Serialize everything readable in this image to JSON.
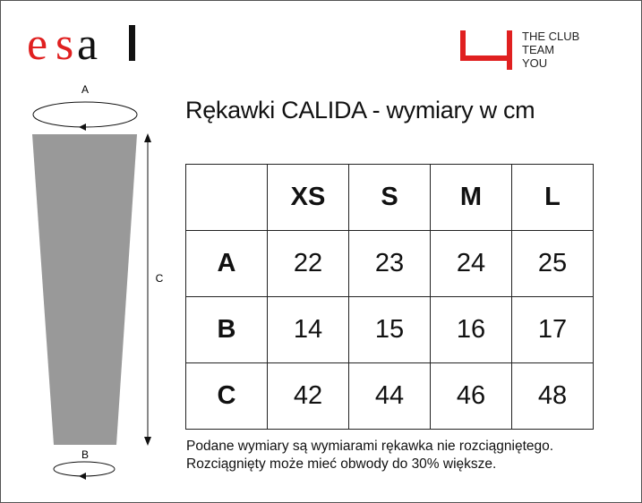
{
  "logos": {
    "esa": "esa",
    "club": [
      "THE CLUB",
      "TEAM",
      "YOU"
    ],
    "club_mark": "4"
  },
  "title": "Rękawki CALIDA - wymiary w cm",
  "diagram": {
    "labels": {
      "a": "A",
      "b": "B",
      "c": "C"
    },
    "sleeve_color": "#999999"
  },
  "table": {
    "columns": [
      "",
      "XS",
      "S",
      "M",
      "L"
    ],
    "rows": [
      {
        "label": "A",
        "values": [
          "22",
          "23",
          "24",
          "25"
        ]
      },
      {
        "label": "B",
        "values": [
          "14",
          "15",
          "16",
          "17"
        ]
      },
      {
        "label": "C",
        "values": [
          "42",
          "44",
          "46",
          "48"
        ]
      }
    ]
  },
  "note": [
    "Podane wymiary są wymiarami rękawka nie rozciągniętego.",
    "Rozciągnięty może mieć obwody do 30% większe."
  ],
  "colors": {
    "brand_red": "#e02020"
  }
}
